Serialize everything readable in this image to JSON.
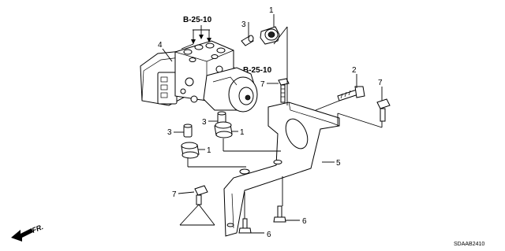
{
  "diagram": {
    "callouts": {
      "c1a": "1",
      "c1b": "1",
      "c1c": "1",
      "c2": "2",
      "c3a": "3",
      "c3b": "3",
      "c3c": "3",
      "c4": "4",
      "c5": "5",
      "c6a": "6",
      "c6b": "6",
      "c7a": "7",
      "c7b": "7",
      "c7c": "7"
    },
    "refs": {
      "top": "B-25-10",
      "side": "B-25-10"
    },
    "direction_label": "FR.",
    "drawing_code": "SDAAB2410"
  }
}
